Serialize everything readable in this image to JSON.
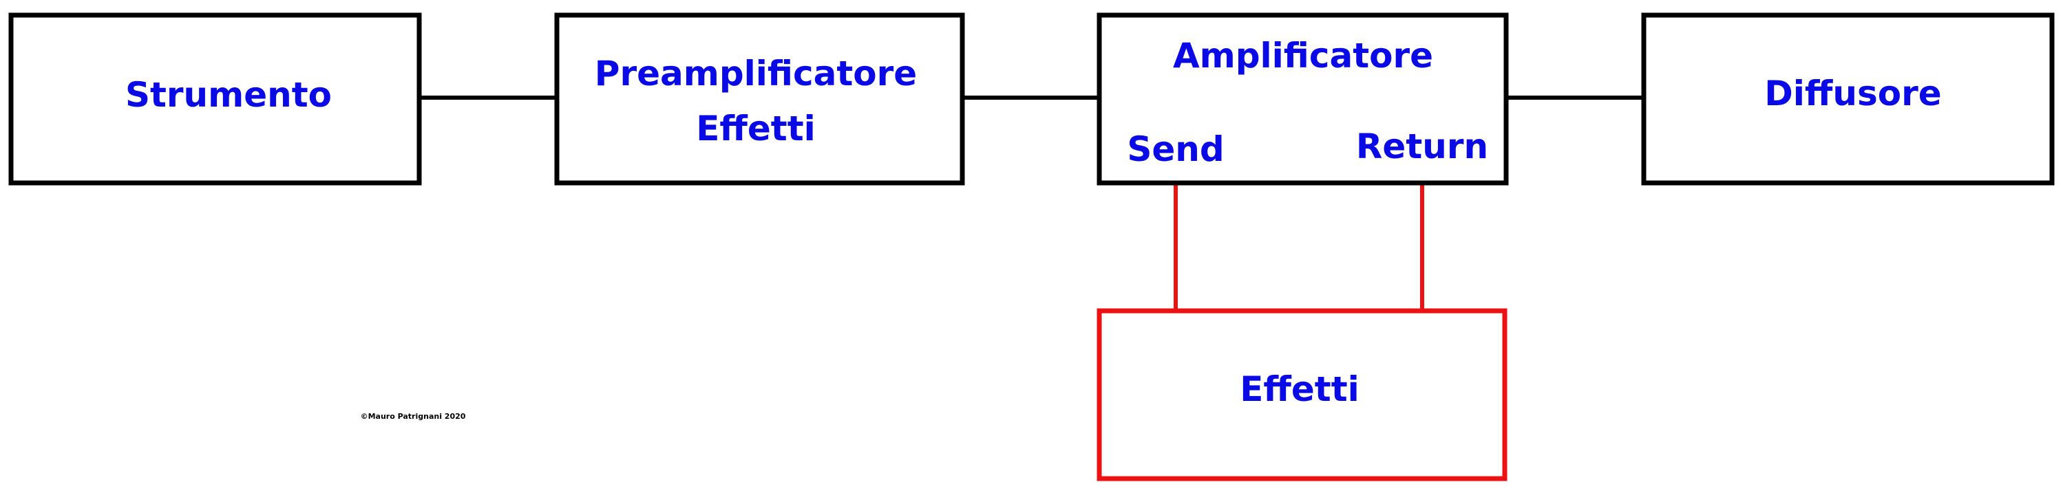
{
  "colors": {
    "box_border": "#000000",
    "effects_loop": "#ee1111",
    "label_text": "#0a0ae6",
    "copyright_text": "#000000",
    "background": "#ffffff"
  },
  "nodes": {
    "strumento": {
      "label": "Strumento"
    },
    "preamp": {
      "line1": "Preamplificatore",
      "line2": "Effetti"
    },
    "amp": {
      "label": "Amplificatore",
      "send": "Send",
      "return": "Return"
    },
    "diffusore": {
      "label": "Diffusore"
    },
    "effetti": {
      "label": "Effetti"
    }
  },
  "copyright": "©Mauro Patrignani 2020"
}
